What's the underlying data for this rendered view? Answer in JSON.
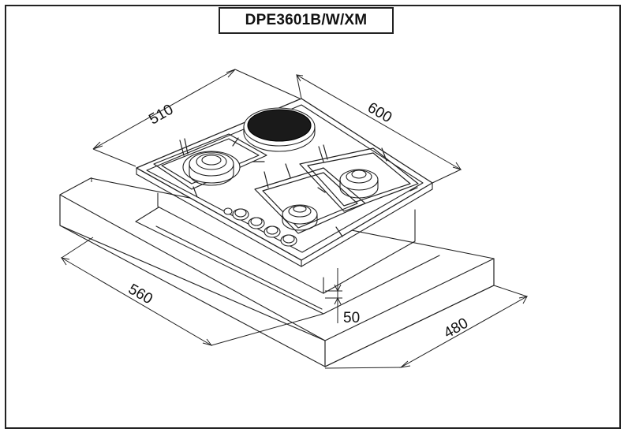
{
  "title": "DPE3601B/W/XM",
  "dimensions": {
    "width_hob": "600",
    "depth_hob": "510",
    "width_cutout": "560",
    "depth_cutout": "480",
    "height": "50"
  }
}
